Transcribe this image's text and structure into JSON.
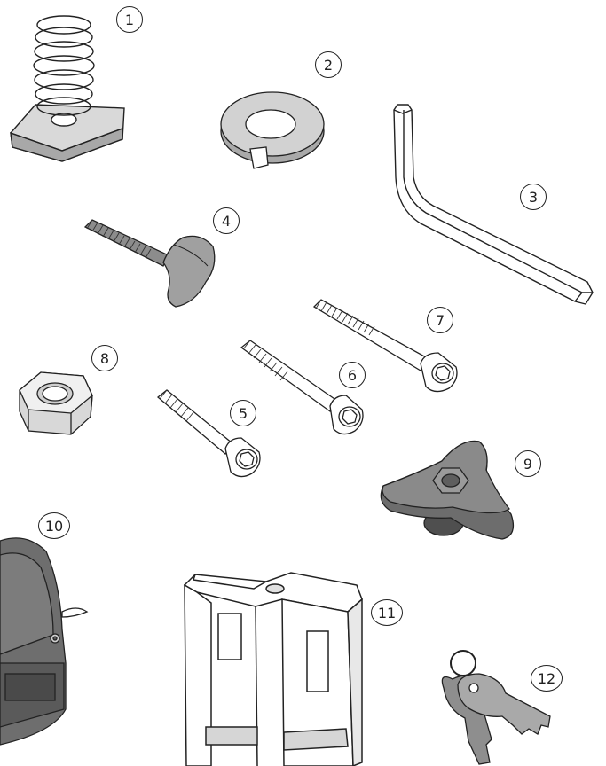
{
  "callouts": {
    "c1": "1",
    "c2": "2",
    "c3": "3",
    "c4": "4",
    "c5": "5",
    "c6": "6",
    "c7": "7",
    "c8": "8",
    "c9": "9",
    "c10": "10",
    "c11": "11",
    "c12": "12"
  },
  "parts": [
    {
      "number": "1",
      "icon": "spring-nut-icon"
    },
    {
      "number": "2",
      "icon": "split-lock-washer-icon"
    },
    {
      "number": "3",
      "icon": "allen-key-icon"
    },
    {
      "number": "4",
      "icon": "thumb-screw-icon"
    },
    {
      "number": "5",
      "icon": "short-socket-cap-bolt-icon"
    },
    {
      "number": "6",
      "icon": "medium-socket-cap-bolt-icon"
    },
    {
      "number": "7",
      "icon": "long-socket-cap-bolt-icon"
    },
    {
      "number": "8",
      "icon": "hex-nut-icon"
    },
    {
      "number": "9",
      "icon": "three-lobe-knob-icon"
    },
    {
      "number": "10",
      "icon": "lock-housing-icon"
    },
    {
      "number": "11",
      "icon": "mounting-bracket-icon"
    },
    {
      "number": "12",
      "icon": "keys-icon"
    }
  ],
  "colors": {
    "outline": "#222222",
    "dark_part": "#6b6b6b",
    "light_part": "#e0e0e0"
  }
}
